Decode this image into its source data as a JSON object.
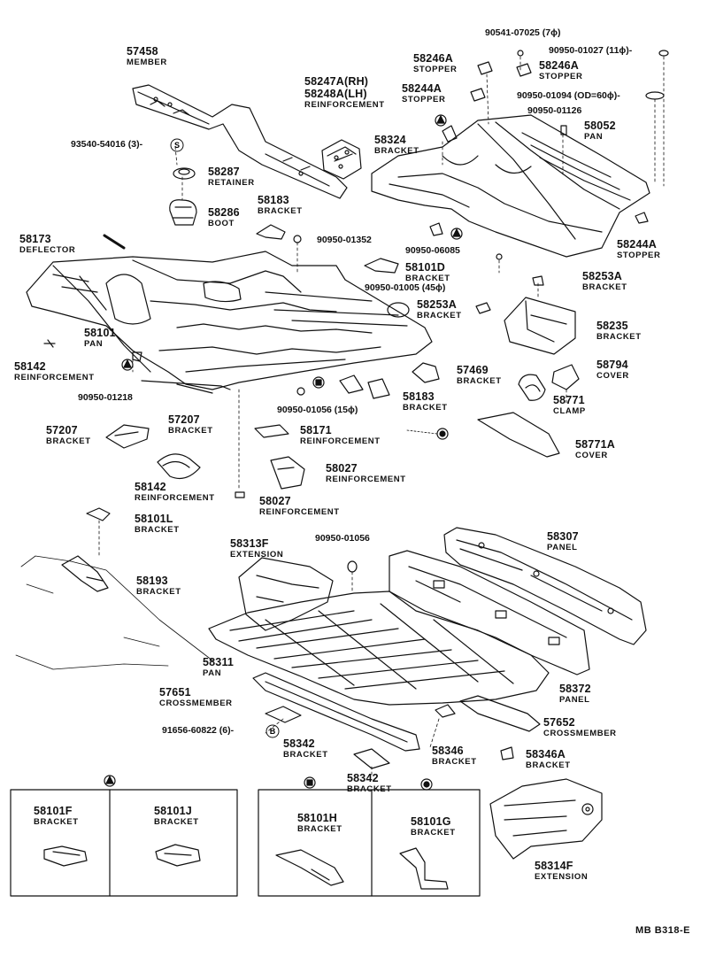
{
  "labels": [
    {
      "pn": "57458",
      "desc": "MEMBER"
    },
    {
      "pn": "58247A(RH)",
      "desc": ""
    },
    {
      "pn": "58248A(LH)",
      "desc": "REINFORCEMENT"
    },
    {
      "pn": "93540-54016 (3)-",
      "desc": ""
    },
    {
      "pn": "58287",
      "desc": "RETAINER"
    },
    {
      "pn": "58286",
      "desc": "BOOT"
    },
    {
      "pn": "58183",
      "desc": "BRACKET"
    },
    {
      "pn": "90950-01352",
      "desc": ""
    },
    {
      "pn": "58173",
      "desc": "DEFLECTOR"
    },
    {
      "pn": "58101D",
      "desc": "BRACKET"
    },
    {
      "pn": "90950-01005 (45ϕ)",
      "desc": ""
    },
    {
      "pn": "58253A",
      "desc": "BRACKET"
    },
    {
      "pn": "58101",
      "desc": "PAN"
    },
    {
      "pn": "58142",
      "desc": "REINFORCEMENT"
    },
    {
      "pn": "90950-01218",
      "desc": ""
    },
    {
      "pn": "57469",
      "desc": "BRACKET"
    },
    {
      "pn": "58183",
      "desc": "BRACKET"
    },
    {
      "pn": "90950-01056 (15ϕ)",
      "desc": ""
    },
    {
      "pn": "57207",
      "desc": "BRACKET"
    },
    {
      "pn": "57207",
      "desc": "BRACKET"
    },
    {
      "pn": "58171",
      "desc": "REINFORCEMENT"
    },
    {
      "pn": "58027",
      "desc": "REINFORCEMENT"
    },
    {
      "pn": "58027",
      "desc": "REINFORCEMENT"
    },
    {
      "pn": "58142",
      "desc": "REINFORCEMENT"
    },
    {
      "pn": "58101L",
      "desc": "BRACKET"
    },
    {
      "pn": "58193",
      "desc": "BRACKET"
    },
    {
      "pn": "58313F",
      "desc": "EXTENSION"
    },
    {
      "pn": "90950-01056",
      "desc": ""
    },
    {
      "pn": "58307",
      "desc": "PANEL"
    },
    {
      "pn": "58311",
      "desc": "PAN"
    },
    {
      "pn": "57651",
      "desc": "CROSSMEMBER"
    },
    {
      "pn": "91656-60822 (6)-",
      "desc": ""
    },
    {
      "pn": "58342",
      "desc": "BRACKET"
    },
    {
      "pn": "58346",
      "desc": "BRACKET"
    },
    {
      "pn": "58342",
      "desc": "BRACKET"
    },
    {
      "pn": "58372",
      "desc": "PANEL"
    },
    {
      "pn": "57652",
      "desc": "CROSSMEMBER"
    },
    {
      "pn": "58346A",
      "desc": "BRACKET"
    },
    {
      "pn": "58101F",
      "desc": "BRACKET"
    },
    {
      "pn": "58101J",
      "desc": "BRACKET"
    },
    {
      "pn": "58101H",
      "desc": "BRACKET"
    },
    {
      "pn": "58101G",
      "desc": "BRACKET"
    },
    {
      "pn": "58314F",
      "desc": "EXTENSION"
    },
    {
      "pn": "90541-07025 (7ϕ)",
      "desc": ""
    },
    {
      "pn": "90950-01027 (11ϕ)-",
      "desc": ""
    },
    {
      "pn": "58246A",
      "desc": "STOPPER"
    },
    {
      "pn": "58246A",
      "desc": "STOPPER"
    },
    {
      "pn": "58244A",
      "desc": "STOPPER"
    },
    {
      "pn": "90950-01094 (OD=60ϕ)-",
      "desc": ""
    },
    {
      "pn": "90950-01126",
      "desc": ""
    },
    {
      "pn": "58324",
      "desc": "BRACKET"
    },
    {
      "pn": "58052",
      "desc": "PAN"
    },
    {
      "pn": "90950-06085",
      "desc": ""
    },
    {
      "pn": "58244A",
      "desc": "STOPPER"
    },
    {
      "pn": "58253A",
      "desc": "BRACKET"
    },
    {
      "pn": "58235",
      "desc": "BRACKET"
    },
    {
      "pn": "58794",
      "desc": "COVER"
    },
    {
      "pn": "58771",
      "desc": "CLAMP"
    },
    {
      "pn": "58771A",
      "desc": "COVER"
    }
  ],
  "callout_symbols": {
    "S": "S",
    "B": "B"
  },
  "corner_code": "MB  B318-E"
}
